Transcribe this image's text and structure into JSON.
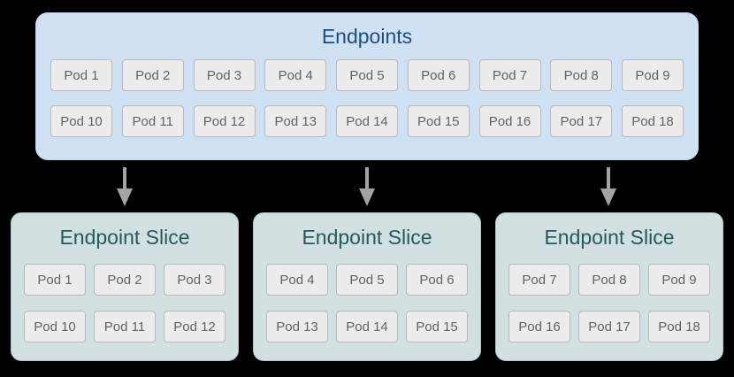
{
  "colors": {
    "background": "#000000",
    "endpoints_box_bg": "#cfe1f3",
    "endpoints_box_border": "#bcd5ee",
    "endpoints_title": "#1b4f7e",
    "slice_box_bg": "#d3e0e2",
    "slice_box_border": "#aec7ca",
    "slice_title": "#235a5e",
    "pod_bg": "#ececec",
    "pod_border": "#b7b9bc",
    "pod_text": "#5f6368",
    "arrow": "#a3a3a3"
  },
  "endpoints": {
    "title": "Endpoints",
    "rows": [
      [
        "Pod 1",
        "Pod 2",
        "Pod 3",
        "Pod 4",
        "Pod 5",
        "Pod 6",
        "Pod 7",
        "Pod 8",
        "Pod 9"
      ],
      [
        "Pod 10",
        "Pod 11",
        "Pod 12",
        "Pod 13",
        "Pod 14",
        "Pod 15",
        "Pod 16",
        "Pod 17",
        "Pod 18"
      ]
    ]
  },
  "slices": [
    {
      "title": "Endpoint Slice",
      "rows": [
        [
          "Pod 1",
          "Pod 2",
          "Pod 3"
        ],
        [
          "Pod 10",
          "Pod 11",
          "Pod 12"
        ]
      ]
    },
    {
      "title": "Endpoint Slice",
      "rows": [
        [
          "Pod 4",
          "Pod 5",
          "Pod 6"
        ],
        [
          "Pod 13",
          "Pod 14",
          "Pod 15"
        ]
      ]
    },
    {
      "title": "Endpoint Slice",
      "rows": [
        [
          "Pod 7",
          "Pod 8",
          "Pod 9"
        ],
        [
          "Pod 16",
          "Pod 17",
          "Pod 18"
        ]
      ]
    }
  ]
}
